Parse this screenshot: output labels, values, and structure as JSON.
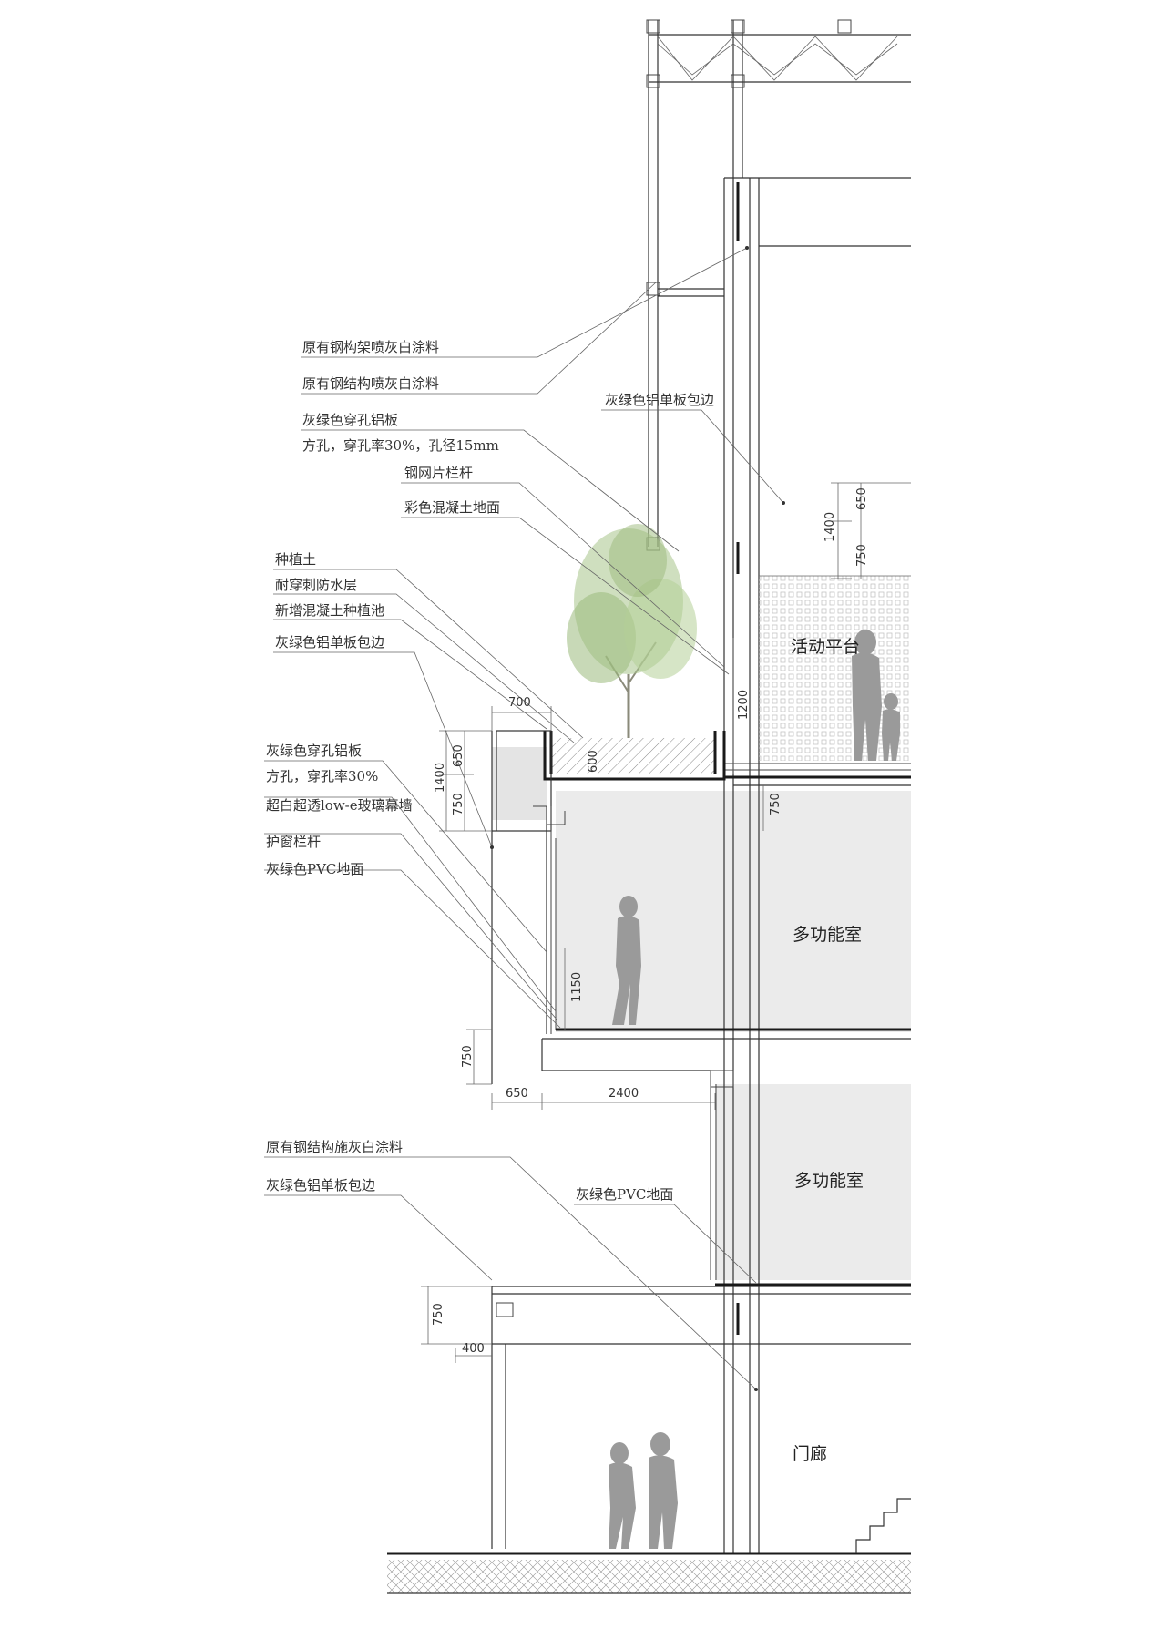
{
  "colors": {
    "room_fill": "#ebebeb",
    "line": "#444444",
    "figure": "#9a9a9a",
    "tree": "#a8c48a"
  },
  "annotations": {
    "label_01": "原有钢构架喷灰白涂料",
    "label_02": "原有钢结构喷灰白涂料",
    "label_03": "灰绿色穿孔铝板",
    "label_03b": "方孔，穿孔率30%，孔径15mm",
    "label_04": "钢网片栏杆",
    "label_05": "彩色混凝土地面",
    "label_06": "灰绿色铝单板包边",
    "label_07": "种植土",
    "label_08": "耐穿刺防水层",
    "label_09": "新增混凝土种植池",
    "label_10": "灰绿色铝单板包边",
    "label_11": "灰绿色穿孔铝板",
    "label_11b": "方孔，穿孔率30%",
    "label_12": "超白超透low-e玻璃幕墙",
    "label_13": "护窗栏杆",
    "label_14": "灰绿色PVC地面",
    "label_15": "原有钢结构施灰白涂料",
    "label_16": "灰绿色铝单板包边",
    "label_17": "灰绿色PVC地面"
  },
  "rooms": {
    "platform": "活动平台",
    "multi_1": "多功能室",
    "multi_2": "多功能室",
    "porch": "门廊"
  },
  "dimensions": {
    "d_650_top": "650",
    "d_1400_top": "1400",
    "d_750_top": "750",
    "d_1200": "1200",
    "d_700": "700",
    "d_600": "600",
    "d_650_mid": "650",
    "d_1400_mid": "1400",
    "d_750_mid": "750",
    "d_750_slab": "750",
    "d_1150": "1150",
    "d_750_low": "750",
    "d_650_bottom": "650",
    "d_2400": "2400",
    "d_750_canopy": "750",
    "d_400": "400"
  }
}
